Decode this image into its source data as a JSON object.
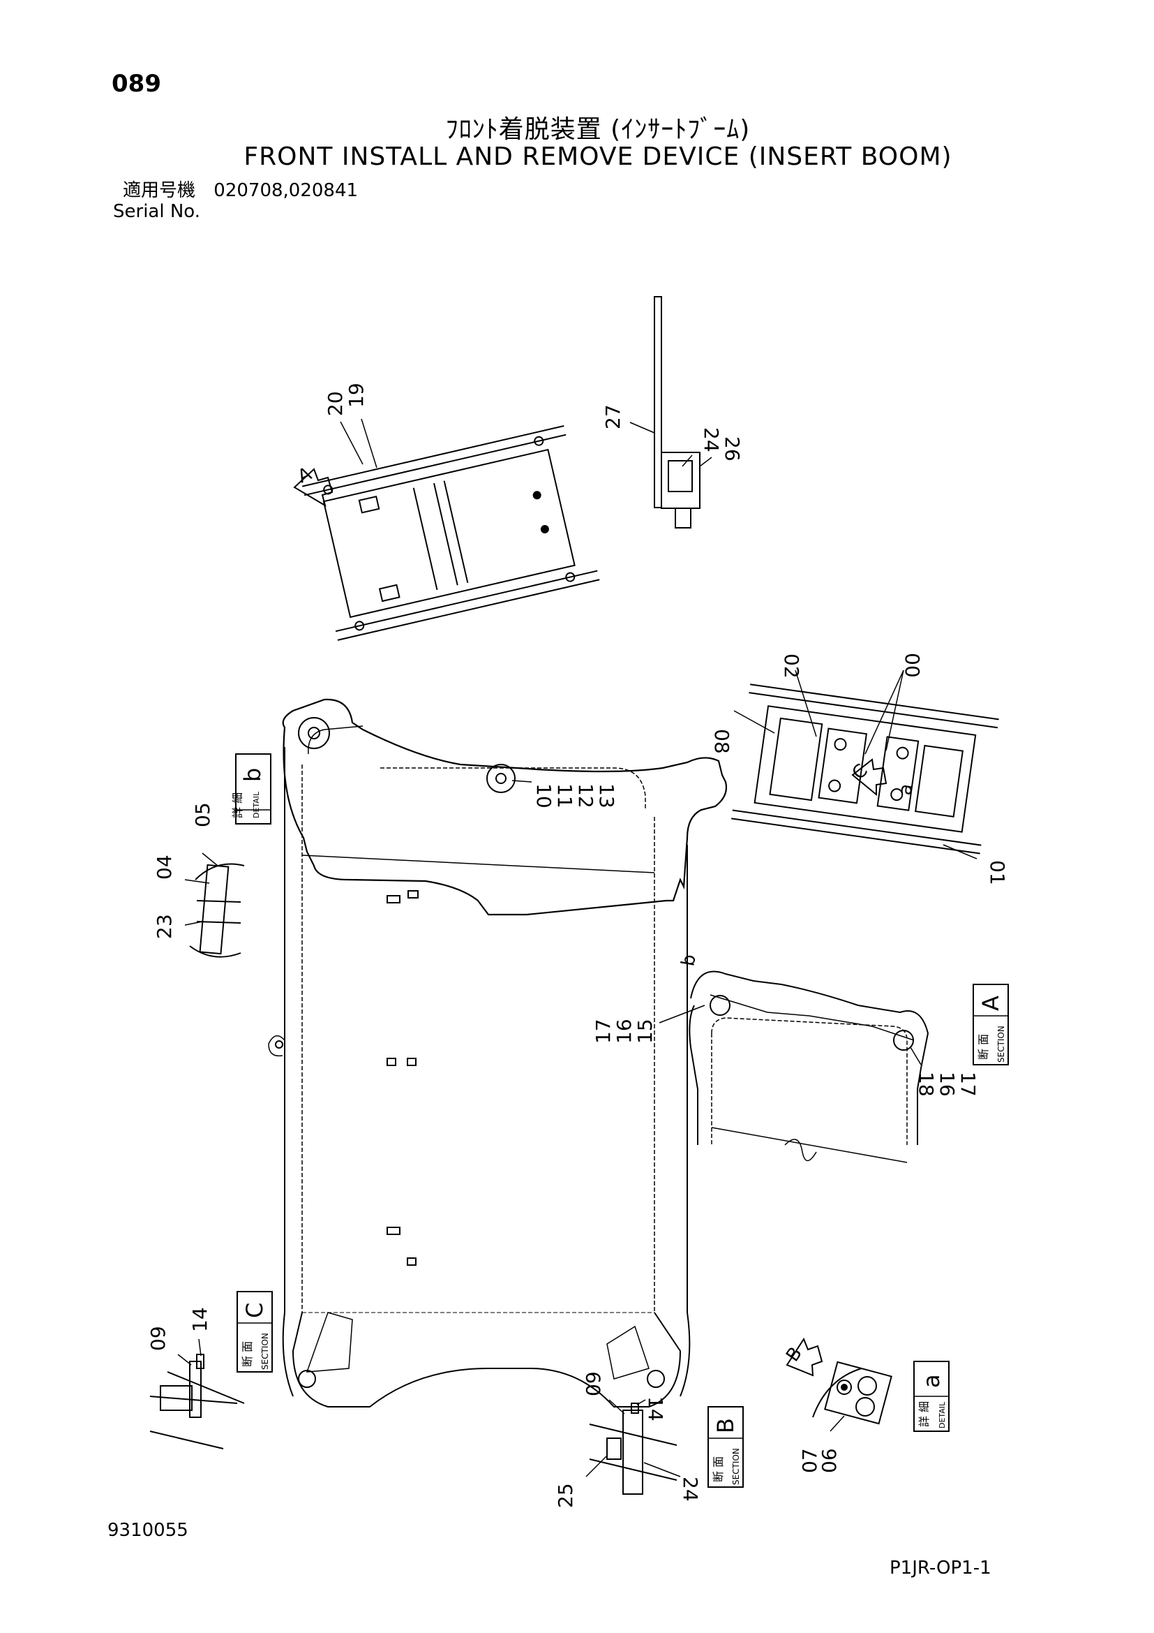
{
  "page_number": "089",
  "title_jp": "ﾌﾛﾝﾄ着脱装置 (ｲﾝｻｰﾄﾌﾞｰﾑ)",
  "title_en": "FRONT INSTALL AND REMOVE DEVICE (INSERT BOOM)",
  "serial": {
    "label_jp": "適用号機",
    "numbers": "020708,020841",
    "label_en": "Serial No."
  },
  "doc_id": "9310055",
  "sheet_ref": "P1JR-OP1-1",
  "callouts": {
    "c20": "20",
    "c19": "19",
    "c27": "27",
    "c24a": "24",
    "c26": "26",
    "c02": "02",
    "c00": "00",
    "c08": "08",
    "c01": "01",
    "c10": "10",
    "c11": "11",
    "c12": "12",
    "c13": "13",
    "c05": "05",
    "c04": "04",
    "c23": "23",
    "c17a": "17",
    "c16a": "16",
    "c15": "15",
    "c18": "18",
    "c16b": "16",
    "c17b": "17",
    "c09a": "09",
    "c14a": "14",
    "c09b": "09",
    "c14b": "14",
    "c25": "25",
    "c24b": "24",
    "c07": "07",
    "c06": "06"
  },
  "view_marks": {
    "arrow_a": "A",
    "arrow_c": "C",
    "arrow_b": "B",
    "label_a_small": "a",
    "label_b_small": "b"
  },
  "tags": {
    "detail_b": {
      "jp": "詳 細",
      "en": "DETAIL",
      "letter": "b"
    },
    "section_a": {
      "jp": "断 面",
      "en": "SECTION",
      "letter": "A"
    },
    "section_c": {
      "jp": "断 面",
      "en": "SECTION",
      "letter": "C"
    },
    "section_b": {
      "jp": "断 面",
      "en": "SECTION",
      "letter": "B"
    },
    "detail_a": {
      "jp": "詳 細",
      "en": "DETAIL",
      "letter": "a"
    }
  }
}
